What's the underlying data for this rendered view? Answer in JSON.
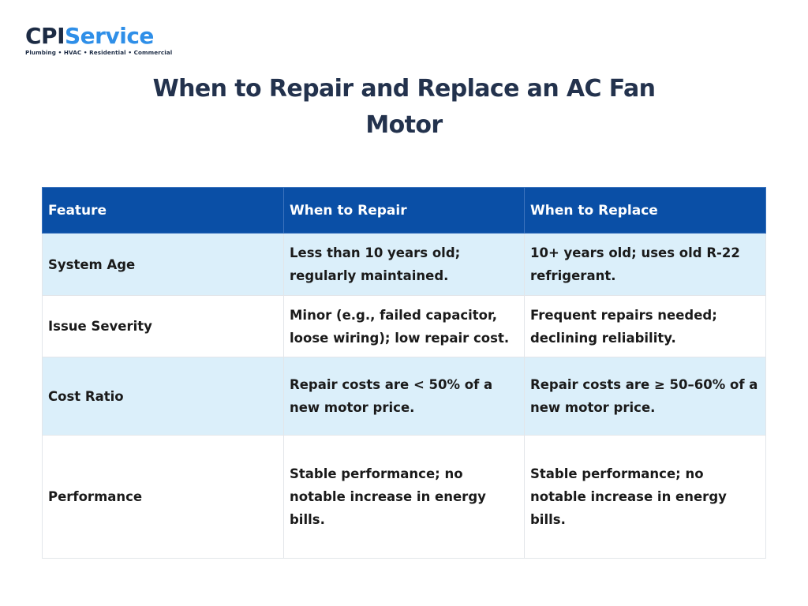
{
  "logo": {
    "brand_part1": "CPI",
    "brand_part2": "Service",
    "tagline": "Plumbing • HVAC • Residential • Commercial",
    "colors": {
      "dark": "#1c2b44",
      "accent": "#2f8fe8"
    }
  },
  "page": {
    "title": "When to Repair and Replace an AC Fan Motor"
  },
  "table": {
    "headers": [
      "Feature",
      "When to Repair",
      "When to Replace"
    ],
    "header_bg": "#0a4fa6",
    "shade_bg": "#dbeffa",
    "rows": [
      {
        "feature": "System Age",
        "repair": "Less than 10 years old; regularly maintained.",
        "replace": "10+ years old; uses old R-22 refrigerant."
      },
      {
        "feature": "Issue Severity",
        "repair": "Minor (e.g., failed capacitor, loose wiring); low repair cost.",
        "replace": "Frequent repairs needed; declining reliability."
      },
      {
        "feature": "Cost Ratio",
        "repair": "Repair costs are < 50% of a new motor price.",
        "replace": "Repair costs are ≥ 50–60% of a new motor price."
      },
      {
        "feature": "Performance",
        "repair": "Stable performance; no notable increase in energy bills.",
        "replace": "Stable performance; no notable increase in energy bills."
      }
    ]
  }
}
